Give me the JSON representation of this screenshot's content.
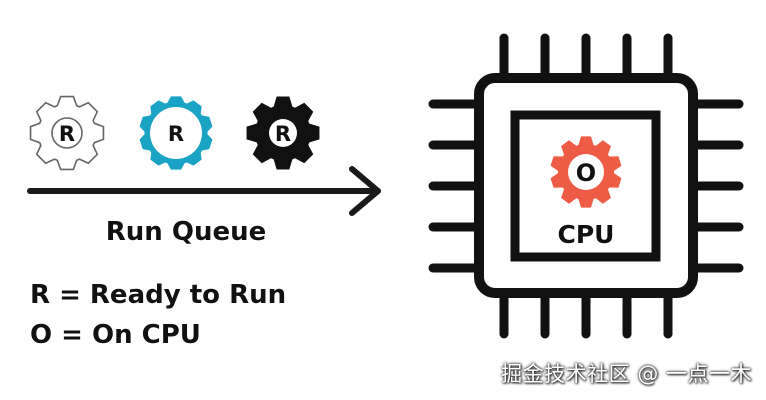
{
  "run_queue": {
    "label": "Run Queue",
    "gears": [
      {
        "letter": "R",
        "style": "outline",
        "color": "#555555"
      },
      {
        "letter": "R",
        "style": "ring",
        "color": "#1aa3c4"
      },
      {
        "letter": "R",
        "style": "solid",
        "color": "#111111"
      }
    ]
  },
  "cpu": {
    "label": "CPU",
    "gear": {
      "letter": "O",
      "color": "#ee5c45"
    }
  },
  "legend": {
    "ready": "R = Ready to Run",
    "oncpu": "O = On CPU"
  },
  "watermark": "掘金技术社区 @ 一点一木"
}
